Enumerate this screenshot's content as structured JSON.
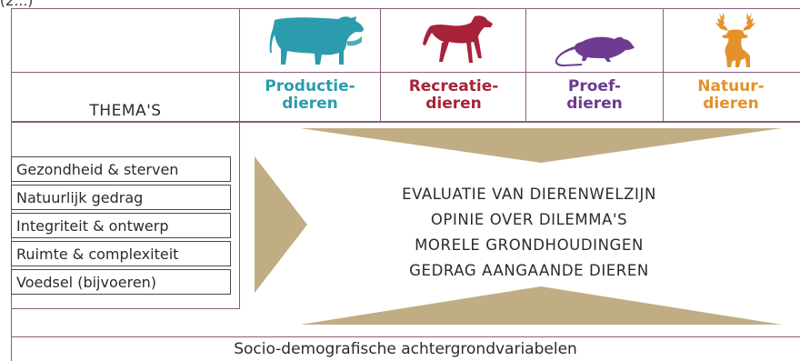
{
  "caption_fragment": "(2…)",
  "animals": [
    {
      "name": "cow-icon",
      "label_line1": "Productie-",
      "label_line2": "dieren",
      "color": "#2a9cad"
    },
    {
      "name": "dog-icon",
      "label_line1": "Recreatie-",
      "label_line2": "dieren",
      "color": "#a8233a"
    },
    {
      "name": "rat-icon",
      "label_line1": "Proef-",
      "label_line2": "dieren",
      "color": "#6d3b8f"
    },
    {
      "name": "deer-icon",
      "label_line1": "Natuur-",
      "label_line2": "dieren",
      "color": "#e3922b"
    }
  ],
  "themes_header": "THEMA'S",
  "themes": [
    "Gezondheid & sterven",
    "Natuurlijk gedrag",
    "Integriteit & ontwerp",
    "Ruimte & complexiteit",
    "Voedsel (bijvoeren)"
  ],
  "center_lines": [
    "EVALUATIE VAN DIERENWELZIJN",
    "OPINIE OVER DILEMMA'S",
    "MORELE GRONDHOUDINGEN",
    "GEDRAG AANGAANDE DIEREN"
  ],
  "footer": "Socio-demografische achtergrondvariabelen",
  "colors": {
    "grid_line": "#8a5d7e",
    "arrow": "#c1ad84",
    "text": "#2b2b2b"
  }
}
